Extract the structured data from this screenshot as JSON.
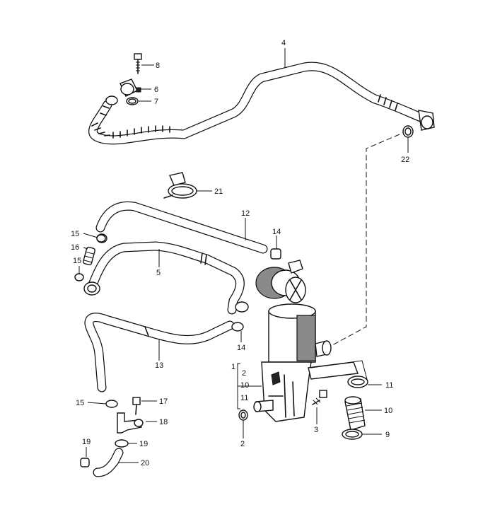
{
  "labels": {
    "l1": "1",
    "l2a": "2",
    "l10a": "10",
    "l11a": "11",
    "l2": "2",
    "l3": "3",
    "l4": "4",
    "l5": "5",
    "l6": "6",
    "l7": "7",
    "l8": "8",
    "l9": "9",
    "l10": "10",
    "l11": "11",
    "l12": "12",
    "l13": "13",
    "l14a": "14",
    "l14b": "14",
    "l15a": "15",
    "l15b": "15",
    "l15c": "15",
    "l16": "16",
    "l17": "17",
    "l18": "18",
    "l19a": "19",
    "l19b": "19",
    "l20": "20",
    "l21": "21",
    "l22": "22"
  }
}
